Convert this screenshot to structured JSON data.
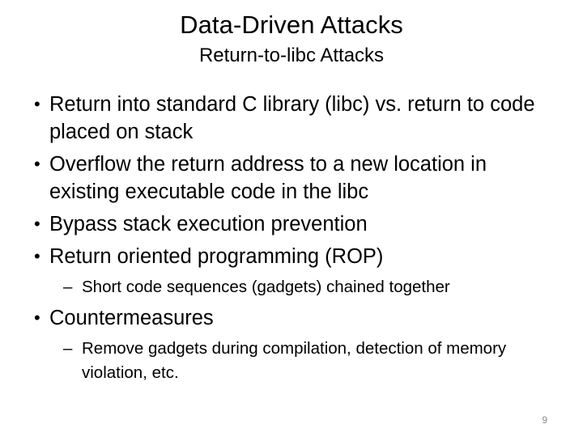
{
  "slide": {
    "title": "Data-Driven Attacks",
    "subtitle": "Return-to-libc Attacks",
    "page_number": "9",
    "bullet_marker": "•",
    "dash_marker": "–",
    "colors": {
      "background": "#ffffff",
      "text": "#000000",
      "page_number": "#8c8c8c"
    },
    "bullets": [
      {
        "level": 1,
        "text": "Return into standard C library (libc) vs. return to code placed on stack"
      },
      {
        "level": 1,
        "text": "Overflow the return address to a new location in existing executable code in the libc"
      },
      {
        "level": 1,
        "text": "Bypass stack execution prevention"
      },
      {
        "level": 1,
        "text": "Return oriented programming (ROP)"
      },
      {
        "level": 2,
        "text": "Short code sequences (gadgets) chained together"
      },
      {
        "level": 1,
        "text": "Countermeasures"
      },
      {
        "level": 2,
        "text": "Remove gadgets during compilation, detection of memory violation, etc."
      }
    ]
  }
}
